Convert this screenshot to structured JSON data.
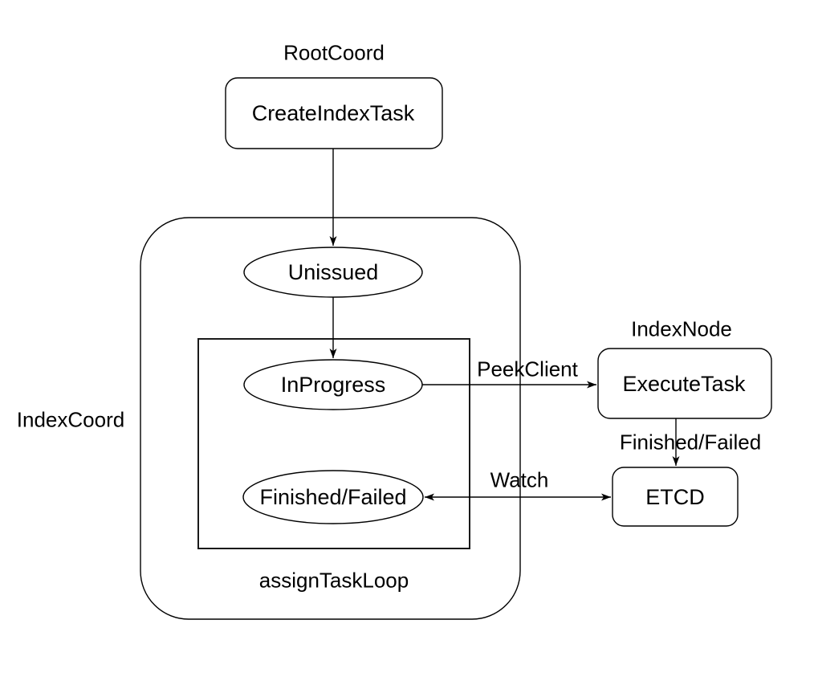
{
  "canvas": {
    "background": "#ffffff",
    "stroke_color": "#000000",
    "text_color": "#000000"
  },
  "diagram": {
    "group_labels": {
      "root_coord": "RootCoord",
      "index_node": "IndexNode",
      "index_coord": "IndexCoord",
      "assign_task_loop": "assignTaskLoop"
    },
    "nodes": {
      "create_index_task": "CreateIndexTask",
      "unissued": "Unissued",
      "in_progress": "InProgress",
      "finished_failed": "Finished/Failed",
      "execute_task": "ExecuteTask",
      "etcd": "ETCD"
    },
    "edge_labels": {
      "peek_client": "PeekClient",
      "finished_failed": "Finished/Failed",
      "watch": "Watch"
    }
  }
}
